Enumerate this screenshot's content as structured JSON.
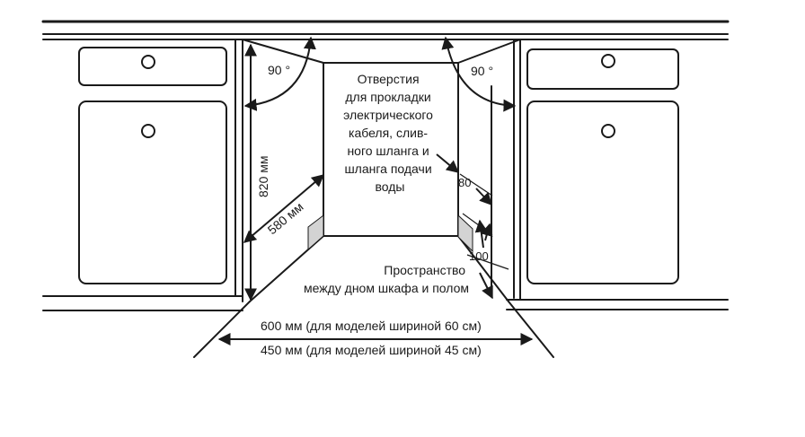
{
  "labels": {
    "angle_left": "90 °",
    "angle_right": "90 °",
    "height": "820 мм",
    "depth": "580 мм",
    "holes_lines": [
      "Отверстия",
      "для прокладки",
      "электрического",
      "кабеля, слив-",
      "ного шланга и",
      "шланга подачи",
      "воды"
    ],
    "dim_80": "80",
    "dim_100": "100",
    "space_lines": [
      "Пространство",
      "между дном шкафа и полом"
    ],
    "width_60": "600 мм (для моделей шириной 60 см)",
    "width_45": "450 мм (для моделей шириной 45 см)"
  },
  "colors": {
    "line": "#1a1a1a",
    "grey_block": "#d3d3d3"
  }
}
